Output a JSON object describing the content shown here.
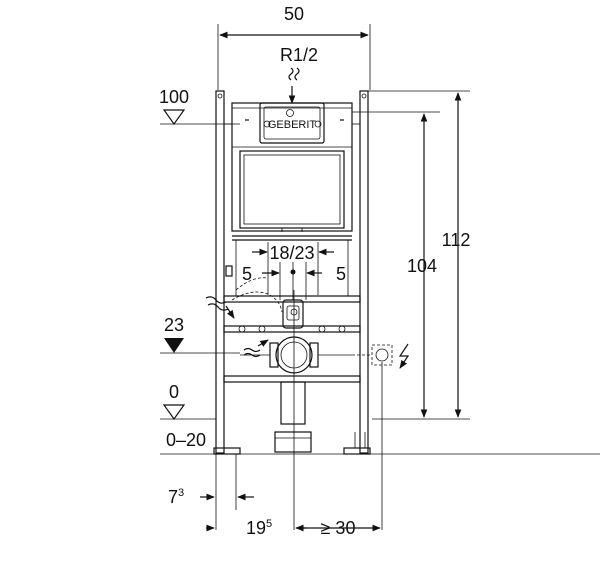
{
  "labels": {
    "width_top": "50",
    "connection": "R1/2",
    "level_100": "100",
    "level_23": "23",
    "level_0": "0",
    "floor_range": "0–20",
    "height_112": "112",
    "height_104": "104",
    "spacing_center": "18/23",
    "offset_left": "5",
    "offset_right": "5",
    "dim_7": "7",
    "dim_7_sup": "3",
    "dim_19": "19",
    "dim_19_sup": "5",
    "dim_ge30": "≥ 30",
    "brand": "GEBERIT"
  }
}
